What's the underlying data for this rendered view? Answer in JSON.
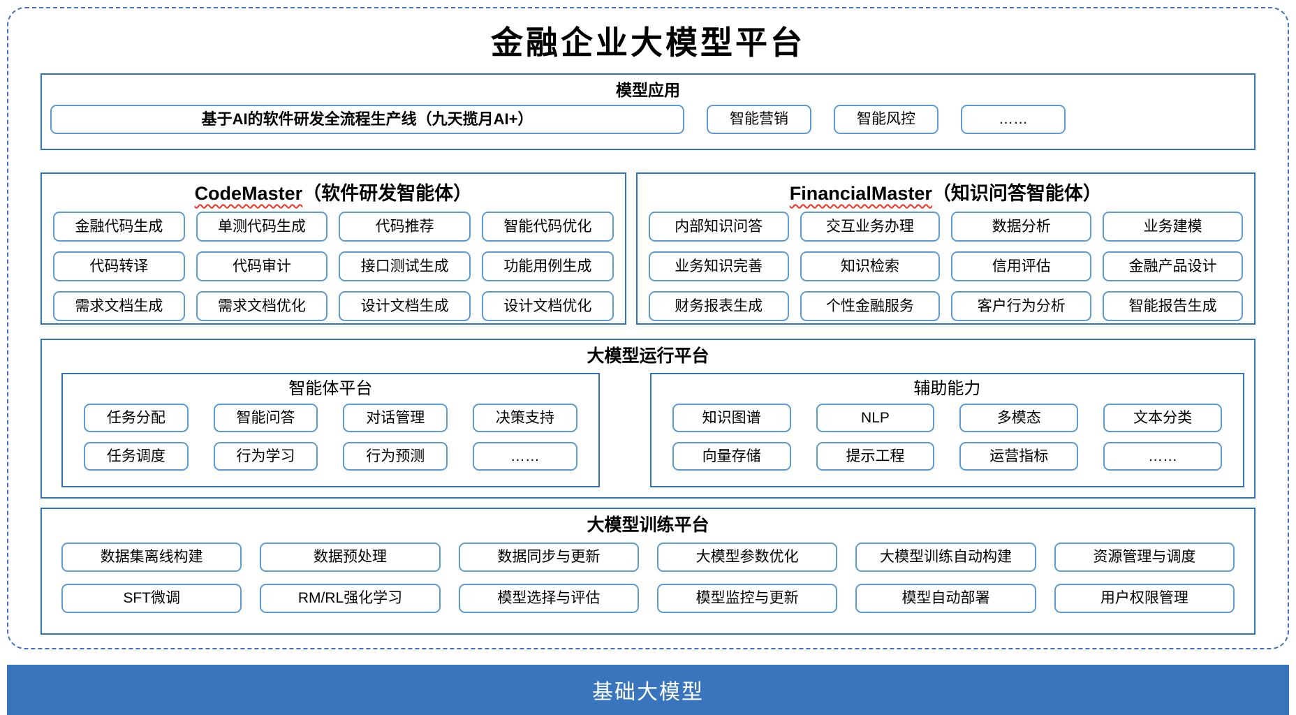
{
  "title": "金融企业大模型平台",
  "colors": {
    "section_border": "#2e75b6",
    "box_border": "#5b9bd5",
    "dashed_frame": "#4472c4",
    "base_bar": "#3875bc",
    "wavy_underline": "#f3301d"
  },
  "app": {
    "header": "模型应用",
    "wide_button": "基于AI的软件研发全流程生产线（九天揽月AI+）",
    "buttons": [
      "智能营销",
      "智能风控",
      "……"
    ]
  },
  "agents": [
    {
      "name_en": "CodeMaster",
      "name_cn": "（软件研发智能体）",
      "buttons": [
        "金融代码生成",
        "单测代码生成",
        "代码推荐",
        "智能代码优化",
        "代码转译",
        "代码审计",
        "接口测试生成",
        "功能用例生成",
        "需求文档生成",
        "需求文档优化",
        "设计文档生成",
        "设计文档优化"
      ]
    },
    {
      "name_en": "FinancialMaster",
      "name_cn": "（知识问答智能体）",
      "buttons": [
        "内部知识问答",
        "交互业务办理",
        "数据分析",
        "业务建模",
        "业务知识完善",
        "知识检索",
        "信用评估",
        "金融产品设计",
        "财务报表生成",
        "个性金融服务",
        "客户行为分析",
        "智能报告生成"
      ]
    }
  ],
  "runtime": {
    "header": "大模型运行平台",
    "groups": [
      {
        "label": "智能体平台",
        "buttons": [
          "任务分配",
          "智能问答",
          "对话管理",
          "决策支持",
          "任务调度",
          "行为学习",
          "行为预测",
          "……"
        ]
      },
      {
        "label": "辅助能力",
        "buttons": [
          "知识图谱",
          "NLP",
          "多模态",
          "文本分类",
          "向量存储",
          "提示工程",
          "运营指标",
          "……"
        ]
      }
    ]
  },
  "training": {
    "header": "大模型训练平台",
    "buttons": [
      "数据集离线构建",
      "数据预处理",
      "数据同步与更新",
      "大模型参数优化",
      "大模型训练自动构建",
      "资源管理与调度",
      "SFT微调",
      "RM/RL强化学习",
      "模型选择与评估",
      "模型监控与更新",
      "模型自动部署",
      "用户权限管理"
    ]
  },
  "base": {
    "label": "基础大模型"
  }
}
